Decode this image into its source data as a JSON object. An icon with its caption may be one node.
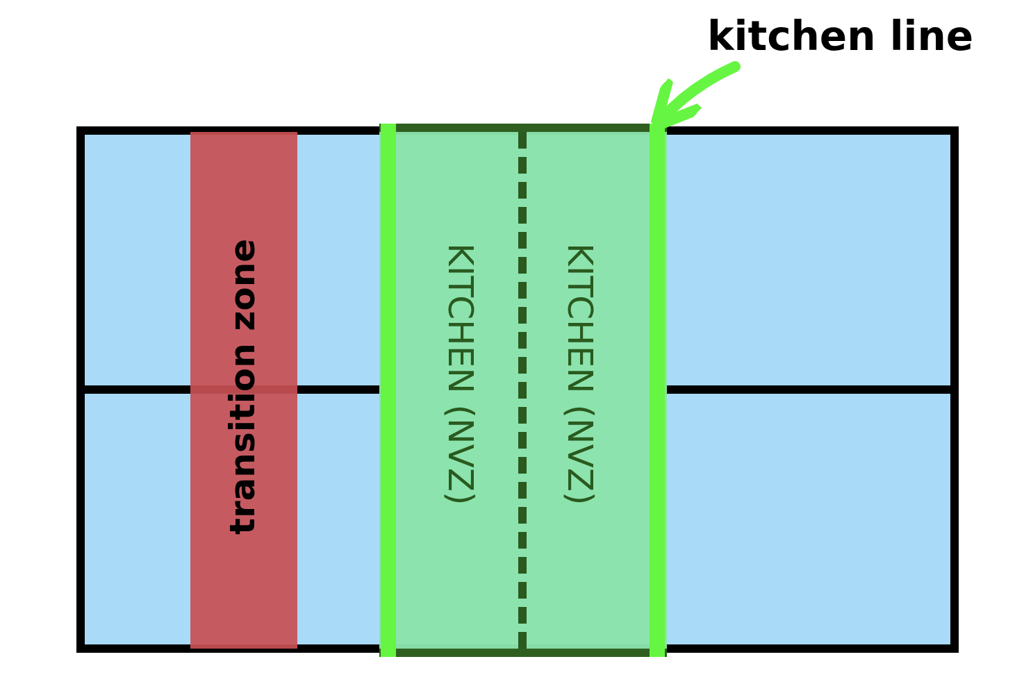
{
  "diagram": {
    "nodes": [
      {
        "text": [
          "transition zone"
        ]
      },
      {
        "text": [
          "KITCHEN (NVZ)",
          "KITCHEN (NVZ)"
        ]
      },
      {
        "text": [
          "kitchen line"
        ]
      },
      {
        "text": [],
        "shape": "bar",
        "in": 1
      },
      {
        "text": [],
        "shape": "bar",
        "in": 1
      }
    ],
    "edges": [
      {
        "from": 2,
        "to": 4,
        "arrow": "to"
      }
    ]
  }
}
